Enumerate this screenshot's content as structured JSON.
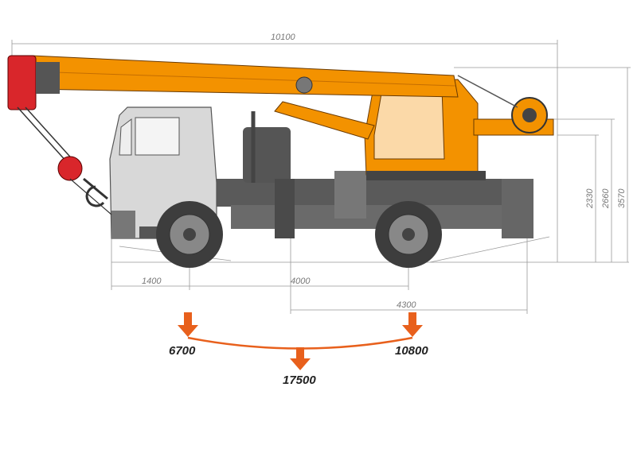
{
  "dimensions": {
    "overall_length": "10100",
    "front_overhang": "1400",
    "wheelbase": "4000",
    "rear_span": "4300",
    "height_platform": "2330",
    "height_cabin": "2660",
    "height_total": "3570"
  },
  "axle_loads": {
    "front": "6700",
    "rear": "10800",
    "total": "17500"
  },
  "colors": {
    "boom": "#f39200",
    "hook": "#d9262b",
    "chassis": "#555555",
    "cab": "#d8d8d8",
    "arrow": "#e8601c"
  }
}
